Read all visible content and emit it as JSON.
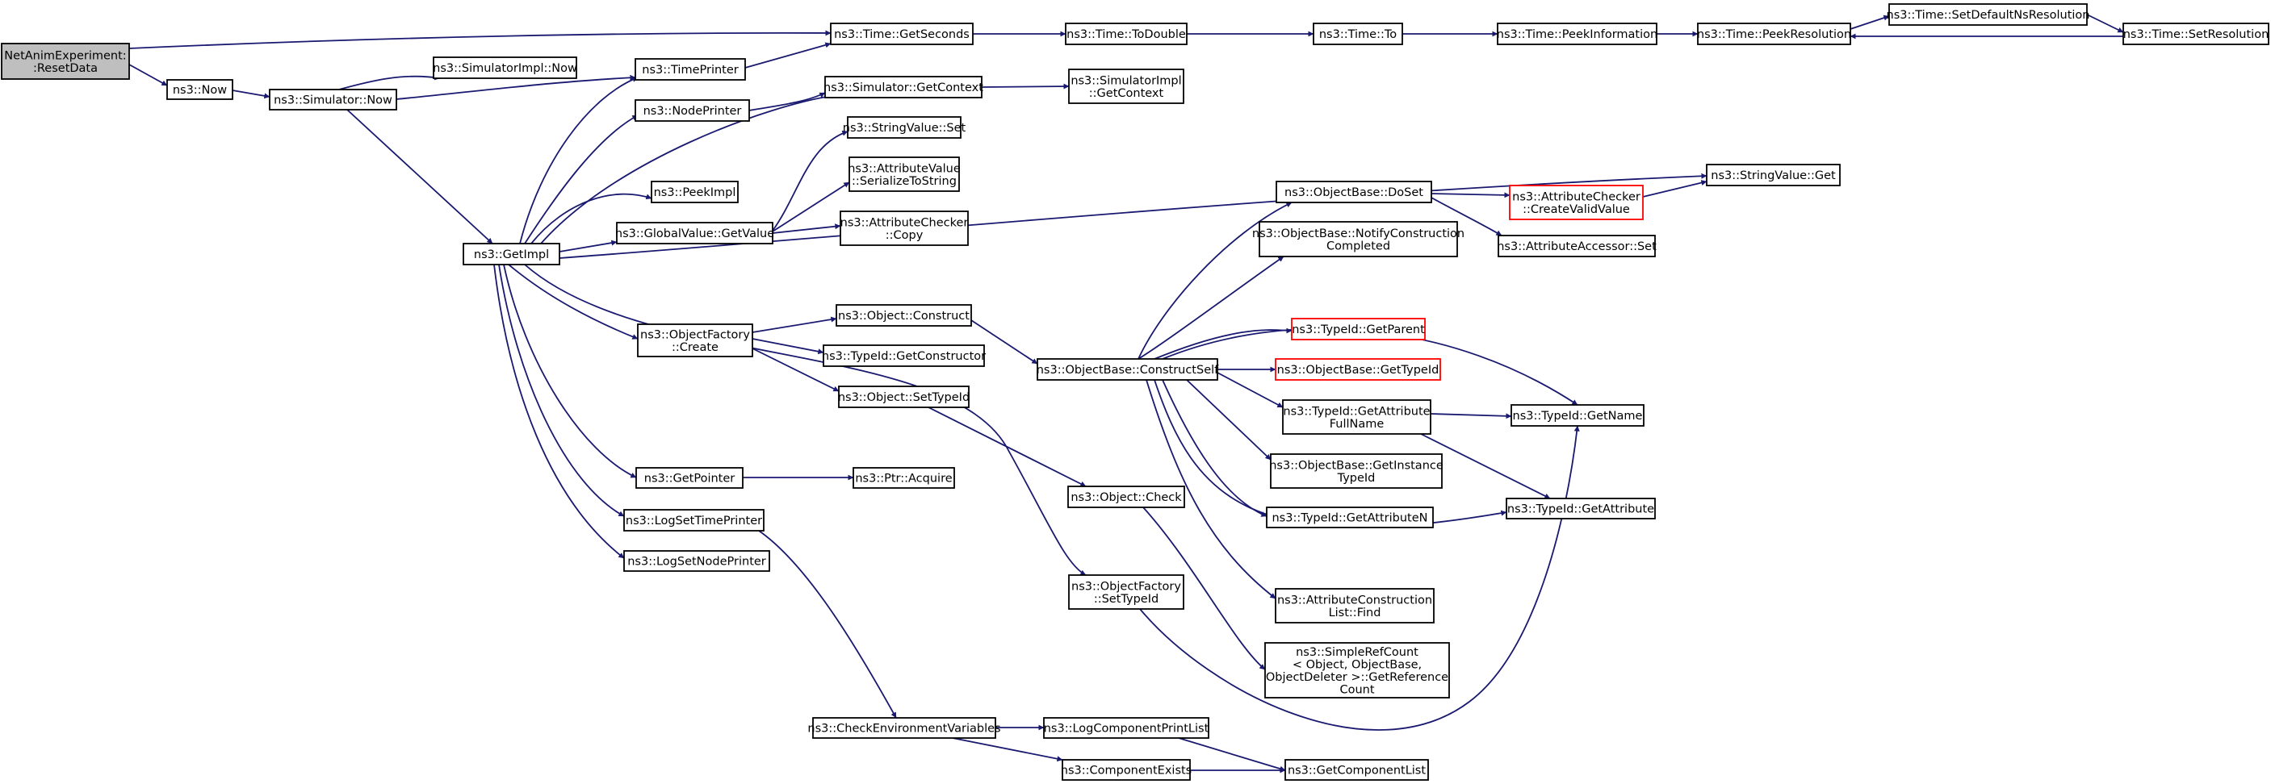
{
  "diagram_title": "",
  "colors": {
    "edge": "#191970",
    "node_border": "#000000",
    "node_border_red": "#ff0000",
    "root_fill": "#bfbfbf",
    "node_fill": "#ffffff"
  },
  "nodes": [
    {
      "id": "reset",
      "lines": [
        "NetAnimExperiment:",
        ":ResetData"
      ],
      "root": true
    },
    {
      "id": "now",
      "lines": [
        "ns3::Now"
      ]
    },
    {
      "id": "simnow",
      "lines": [
        "ns3::Simulator::Now"
      ]
    },
    {
      "id": "simimplnow",
      "lines": [
        "ns3::SimulatorImpl::Now"
      ]
    },
    {
      "id": "getimpl",
      "lines": [
        "ns3::GetImpl"
      ]
    },
    {
      "id": "timeprinter",
      "lines": [
        "ns3::TimePrinter"
      ]
    },
    {
      "id": "nodeprinter",
      "lines": [
        "ns3::NodePrinter"
      ]
    },
    {
      "id": "peekimpl",
      "lines": [
        "ns3::PeekImpl"
      ]
    },
    {
      "id": "gvgetvalue",
      "lines": [
        "ns3::GlobalValue::GetValue"
      ]
    },
    {
      "id": "objfactcreate",
      "lines": [
        "ns3::ObjectFactory",
        "::Create"
      ]
    },
    {
      "id": "getpointer",
      "lines": [
        "ns3::GetPointer"
      ]
    },
    {
      "id": "logsettime",
      "lines": [
        "ns3::LogSetTimePrinter"
      ]
    },
    {
      "id": "logsetnode",
      "lines": [
        "ns3::LogSetNodePrinter"
      ]
    },
    {
      "id": "getseconds",
      "lines": [
        "ns3::Time::GetSeconds"
      ]
    },
    {
      "id": "simgetctx",
      "lines": [
        "ns3::Simulator::GetContext"
      ]
    },
    {
      "id": "strvalset",
      "lines": [
        "ns3::StringValue::Set"
      ]
    },
    {
      "id": "attrserialize",
      "lines": [
        "ns3::AttributeValue",
        "::SerializeToString"
      ]
    },
    {
      "id": "attrcheckcopy",
      "lines": [
        "ns3::AttributeChecker",
        "::Copy"
      ]
    },
    {
      "id": "objconstruct",
      "lines": [
        "ns3::Object::Construct"
      ]
    },
    {
      "id": "typeidgetctor",
      "lines": [
        "ns3::TypeId::GetConstructor"
      ]
    },
    {
      "id": "objsettypeid",
      "lines": [
        "ns3::Object::SetTypeId"
      ]
    },
    {
      "id": "ptracquire",
      "lines": [
        "ns3::Ptr::Acquire"
      ]
    },
    {
      "id": "checkenv",
      "lines": [
        "ns3::CheckEnvironmentVariables"
      ]
    },
    {
      "id": "todouble",
      "lines": [
        "ns3::Time::ToDouble"
      ]
    },
    {
      "id": "simimplgetctx",
      "lines": [
        "ns3::SimulatorImpl",
        "::GetContext"
      ]
    },
    {
      "id": "constructself",
      "lines": [
        "ns3::ObjectBase::ConstructSelf"
      ]
    },
    {
      "id": "objcheck",
      "lines": [
        "ns3::Object::Check"
      ]
    },
    {
      "id": "objfactsettypeid",
      "lines": [
        "ns3::ObjectFactory",
        "::SetTypeId"
      ]
    },
    {
      "id": "logcompprint",
      "lines": [
        "ns3::LogComponentPrintList"
      ]
    },
    {
      "id": "compexists",
      "lines": [
        "ns3::ComponentExists"
      ]
    },
    {
      "id": "timeto",
      "lines": [
        "ns3::Time::To"
      ]
    },
    {
      "id": "doset",
      "lines": [
        "ns3::ObjectBase::DoSet"
      ]
    },
    {
      "id": "notifyconstr",
      "lines": [
        "ns3::ObjectBase::NotifyConstruction",
        "Completed"
      ]
    },
    {
      "id": "tidgetparent",
      "lines": [
        "ns3::TypeId::GetParent"
      ],
      "red": true
    },
    {
      "id": "obgettypeid",
      "lines": [
        "ns3::ObjectBase::GetTypeId"
      ],
      "red": true
    },
    {
      "id": "tidgetattrfull",
      "lines": [
        "ns3::TypeId::GetAttribute",
        "FullName"
      ]
    },
    {
      "id": "obgetinst",
      "lines": [
        "ns3::ObjectBase::GetInstance",
        "TypeId"
      ]
    },
    {
      "id": "tidgetattrn",
      "lines": [
        "ns3::TypeId::GetAttributeN"
      ]
    },
    {
      "id": "attrconstrfind",
      "lines": [
        "ns3::AttributeConstruction",
        "List::Find"
      ]
    },
    {
      "id": "simplerefcount",
      "lines": [
        "ns3::SimpleRefCount",
        "< Object, ObjectBase,",
        "ObjectDeleter >::GetReference",
        "Count"
      ]
    },
    {
      "id": "getcomplist",
      "lines": [
        "ns3::GetComponentList"
      ]
    },
    {
      "id": "peekinfo",
      "lines": [
        "ns3::Time::PeekInformation"
      ]
    },
    {
      "id": "attrcheckcreate",
      "lines": [
        "ns3::AttributeChecker",
        "::CreateValidValue"
      ],
      "red": true
    },
    {
      "id": "attraccset",
      "lines": [
        "ns3::AttributeAccessor::Set"
      ]
    },
    {
      "id": "peekres",
      "lines": [
        "ns3::Time::PeekResolution"
      ]
    },
    {
      "id": "strvalget",
      "lines": [
        "ns3::StringValue::Get"
      ]
    },
    {
      "id": "tidgetname",
      "lines": [
        "ns3::TypeId::GetName"
      ]
    },
    {
      "id": "tidgetattr",
      "lines": [
        "ns3::TypeId::GetAttribute"
      ]
    },
    {
      "id": "setdefres",
      "lines": [
        "ns3::Time::SetDefaultNsResolution"
      ]
    },
    {
      "id": "setres",
      "lines": [
        "ns3::Time::SetResolution"
      ]
    }
  ]
}
